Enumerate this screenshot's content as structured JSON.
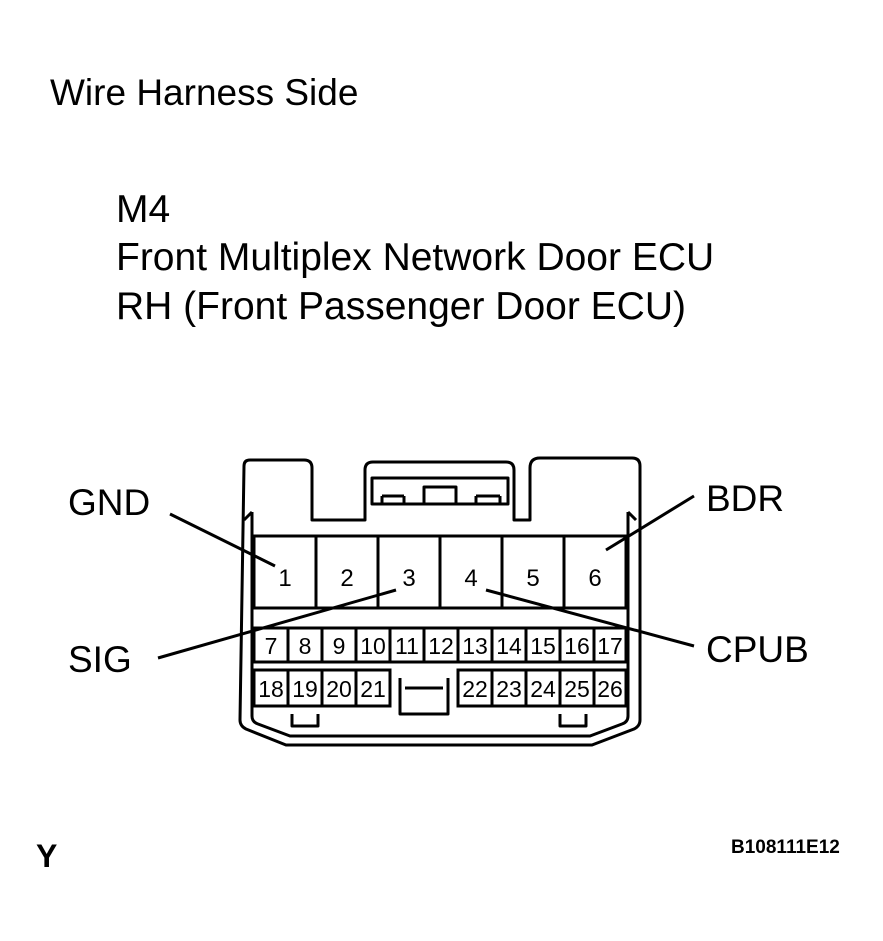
{
  "title": "Wire Harness Side",
  "connector": {
    "code": "M4",
    "name_line1": "Front Multiplex Network Door ECU",
    "name_line2": "RH (Front Passenger Door ECU)"
  },
  "pins": {
    "top_row": [
      "1",
      "2",
      "3",
      "4",
      "5",
      "6"
    ],
    "middle_row": [
      "7",
      "8",
      "9",
      "10",
      "11",
      "12",
      "13",
      "14",
      "15",
      "16",
      "17"
    ],
    "bottom_left": [
      "18",
      "19",
      "20",
      "21"
    ],
    "bottom_right": [
      "22",
      "23",
      "24",
      "25",
      "26"
    ]
  },
  "callouts": {
    "gnd": {
      "label": "GND",
      "pin": "1"
    },
    "bdr": {
      "label": "BDR",
      "pin": "6"
    },
    "sig": {
      "label": "SIG",
      "pin": "3"
    },
    "cpub": {
      "label": "CPUB",
      "pin": "4"
    }
  },
  "footer": {
    "corner_letter": "Y",
    "figure_code": "B108111E12"
  }
}
